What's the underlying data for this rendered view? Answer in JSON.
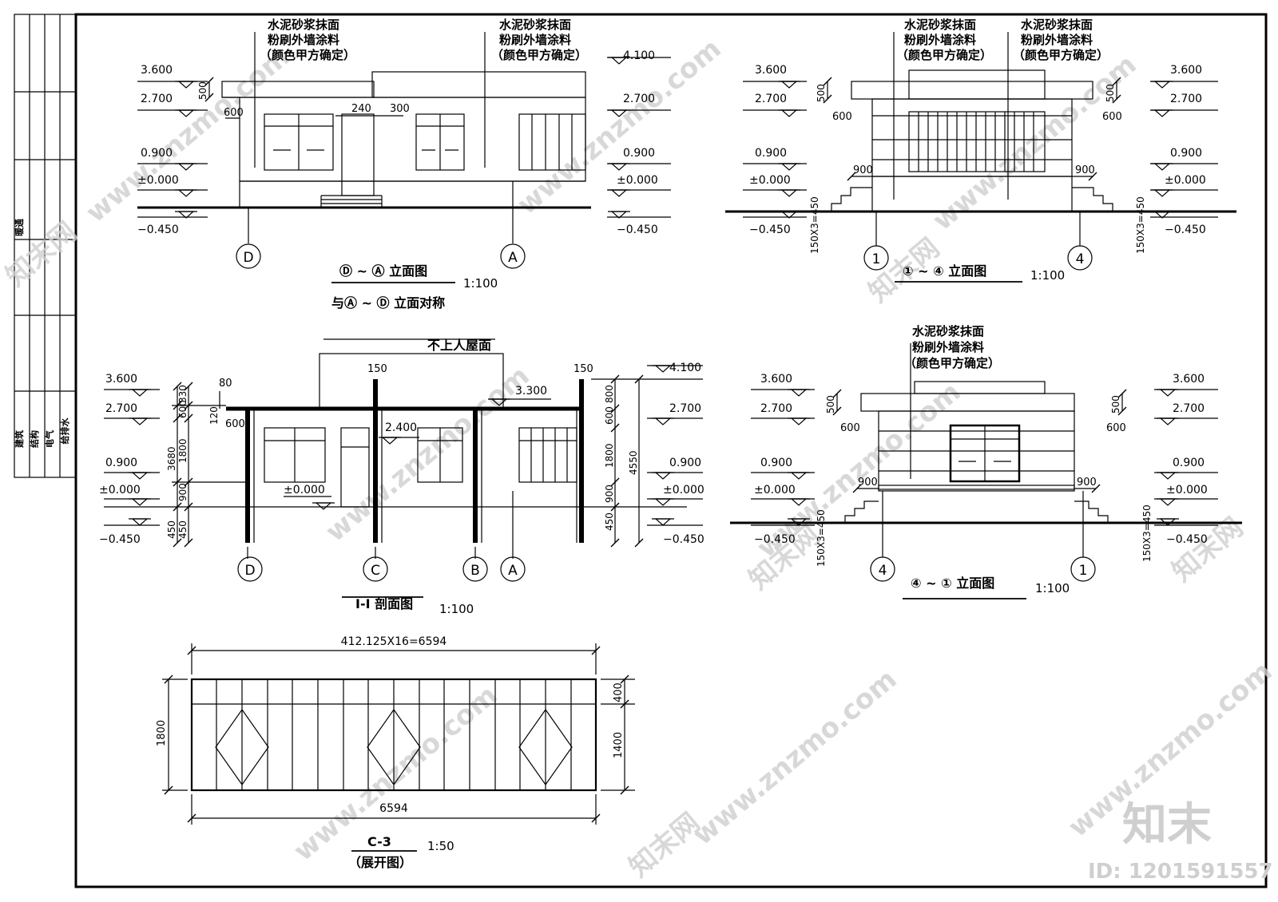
{
  "title_block": {
    "labels": [
      "建筑",
      "结构",
      "电气",
      "给排水"
    ],
    "side_label": "暖通"
  },
  "common": {
    "material_note": [
      "水泥砂浆抹面",
      "粉刷外墙涂料",
      "（颜色甲方确定）"
    ],
    "elev_3600": "3.600",
    "elev_2700": "2.700",
    "elev_0900": "0.900",
    "elev_0000": "±0.000",
    "elev_m0450": "−0.450",
    "elev_4100": "4.100",
    "elev_3300": "3.300",
    "elev_2400": "2.400",
    "dim_500": "500",
    "dim_600": "600",
    "dim_900": "900",
    "dim_240": "240",
    "dim_300": "300",
    "dim_steps": "150X3=450",
    "scale_100": "1:100",
    "scale_50": "1:50"
  },
  "elev_da": {
    "title": "Ⓓ ~ Ⓐ 立面图",
    "subtitle": "与Ⓐ ~ Ⓓ 立面对称",
    "axis_left": "D",
    "axis_right": "A"
  },
  "elev_14": {
    "title": "① ~ ④ 立面图",
    "axis_left": "1",
    "axis_right": "4"
  },
  "elev_41": {
    "title": "④ ~ ① 立面图",
    "axis_left": "4",
    "axis_right": "1"
  },
  "section": {
    "title": "I-I 剖面图",
    "roof_note": "不上人屋面",
    "dim_80": "80",
    "dim_150": "150",
    "dim_330": "330",
    "dim_600": "600",
    "dim_120": "120",
    "dim_1800": "1800",
    "dim_900": "900",
    "dim_450": "450",
    "dim_3680": "3680",
    "dim_800": "800",
    "dim_4550": "4550",
    "axes": [
      "D",
      "C",
      "B",
      "A"
    ]
  },
  "window_c3": {
    "title": "C-3",
    "subtitle": "（展开图）",
    "dim_top": "412.125X16=6594",
    "dim_bottom": "6594",
    "dim_height": "1800",
    "dim_400": "400",
    "dim_1400": "1400"
  },
  "watermark": {
    "site": "www.znzmo.com",
    "brand": "知末网",
    "logo": "知末",
    "id": "ID: 1201591557"
  }
}
